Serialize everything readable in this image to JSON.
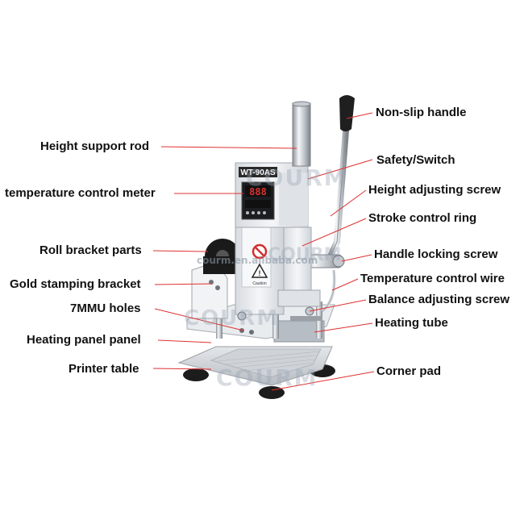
{
  "machine": {
    "model_plate": "WT-90AS",
    "meter_reading": "888",
    "warning_text": "Caution"
  },
  "watermarks": [
    "COURM",
    "courm.en.alibaba.com",
    "COURM",
    "COURM",
    "COURM"
  ],
  "colors": {
    "leader_line": "#e03030",
    "label_text": "#111111",
    "machine_body": "#eef0f2",
    "machine_shadow": "#c9ced4",
    "meter_display": "#d83030",
    "handle_grip": "#222222",
    "watermark": "#9aa6b4"
  },
  "labels_left": [
    {
      "id": "height-support-rod",
      "text": "Height support rod"
    },
    {
      "id": "temperature-control-meter",
      "text": "temperature control meter"
    },
    {
      "id": "roll-bracket-parts",
      "text": "Roll bracket parts"
    },
    {
      "id": "gold-stamping-bracket",
      "text": "Gold stamping bracket"
    },
    {
      "id": "7mmu-holes",
      "text": "7MMU holes"
    },
    {
      "id": "heating-panel-panel",
      "text": "Heating panel panel"
    },
    {
      "id": "printer-table",
      "text": "Printer table"
    }
  ],
  "labels_right": [
    {
      "id": "non-slip-handle",
      "text": "Non-slip handle"
    },
    {
      "id": "safety-switch",
      "text": "Safety/Switch"
    },
    {
      "id": "height-adjusting-screw",
      "text": "Height adjusting screw"
    },
    {
      "id": "stroke-control-ring",
      "text": "Stroke control ring"
    },
    {
      "id": "handle-locking-screw",
      "text": "Handle locking screw"
    },
    {
      "id": "temperature-control-wire",
      "text": "Temperature control wire"
    },
    {
      "id": "balance-adjusting-screw",
      "text": "Balance adjusting screw"
    },
    {
      "id": "heating-tube",
      "text": "Heating tube"
    },
    {
      "id": "corner-pad",
      "text": "Corner pad"
    }
  ]
}
